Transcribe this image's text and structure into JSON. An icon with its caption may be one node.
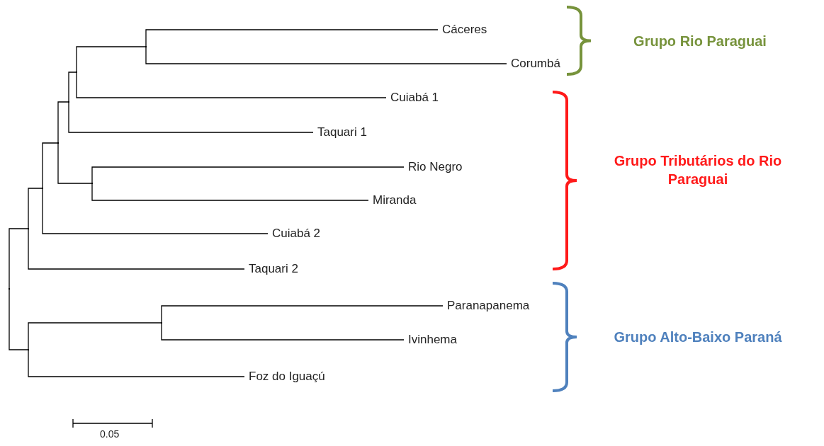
{
  "diagram": {
    "nodes": [
      {
        "text": [],
        "shape": "point"
      },
      {
        "text": [],
        "shape": "point"
      },
      {
        "text": [],
        "shape": "point"
      },
      {
        "text": [],
        "shape": "point"
      },
      {
        "text": [],
        "shape": "point"
      },
      {
        "text": [],
        "shape": "point"
      },
      {
        "text": [],
        "shape": "point"
      },
      {
        "text": [],
        "shape": "point"
      },
      {
        "text": [],
        "shape": "point"
      },
      {
        "text": [],
        "shape": "point"
      },
      {
        "text": [
          "Cáceres"
        ]
      },
      {
        "text": [
          "Corumbá"
        ]
      },
      {
        "text": [
          "Cuiabá 1"
        ]
      },
      {
        "text": [
          "Taquari 1"
        ]
      },
      {
        "text": [
          "Rio Negro"
        ]
      },
      {
        "text": [
          "Miranda"
        ]
      },
      {
        "text": [
          "Cuiabá 2"
        ]
      },
      {
        "text": [
          "Taquari 2"
        ]
      },
      {
        "text": [
          "Paranapanema"
        ]
      },
      {
        "text": [
          "Ivinhema"
        ]
      },
      {
        "text": [
          "Foz do Iguaçú"
        ]
      }
    ],
    "edges": [
      {
        "from": 0,
        "to": 1,
        "arrow": "none"
      },
      {
        "from": 0,
        "to": 8,
        "arrow": "none"
      },
      {
        "from": 1,
        "to": 2,
        "arrow": "none"
      },
      {
        "from": 1,
        "to": 17,
        "arrow": "none"
      },
      {
        "from": 2,
        "to": 3,
        "arrow": "none"
      },
      {
        "from": 2,
        "to": 16,
        "arrow": "none"
      },
      {
        "from": 3,
        "to": 4,
        "arrow": "none"
      },
      {
        "from": 3,
        "to": 7,
        "arrow": "none"
      },
      {
        "from": 4,
        "to": 5,
        "arrow": "none"
      },
      {
        "from": 4,
        "to": 13,
        "arrow": "none"
      },
      {
        "from": 5,
        "to": 6,
        "arrow": "none"
      },
      {
        "from": 5,
        "to": 12,
        "arrow": "none"
      },
      {
        "from": 6,
        "to": 10,
        "arrow": "none"
      },
      {
        "from": 6,
        "to": 11,
        "arrow": "none"
      },
      {
        "from": 7,
        "to": 14,
        "arrow": "none"
      },
      {
        "from": 7,
        "to": 15,
        "arrow": "none"
      },
      {
        "from": 8,
        "to": 9,
        "arrow": "none"
      },
      {
        "from": 8,
        "to": 20,
        "arrow": "none"
      },
      {
        "from": 9,
        "to": 18,
        "arrow": "none"
      },
      {
        "from": 9,
        "to": 19,
        "arrow": "none"
      }
    ],
    "labels": [
      "Grupo Rio Paraguai",
      "Grupo Tributários do Rio Paraguai",
      "Grupo Alto-Baixo Paraná",
      "0.05"
    ]
  }
}
